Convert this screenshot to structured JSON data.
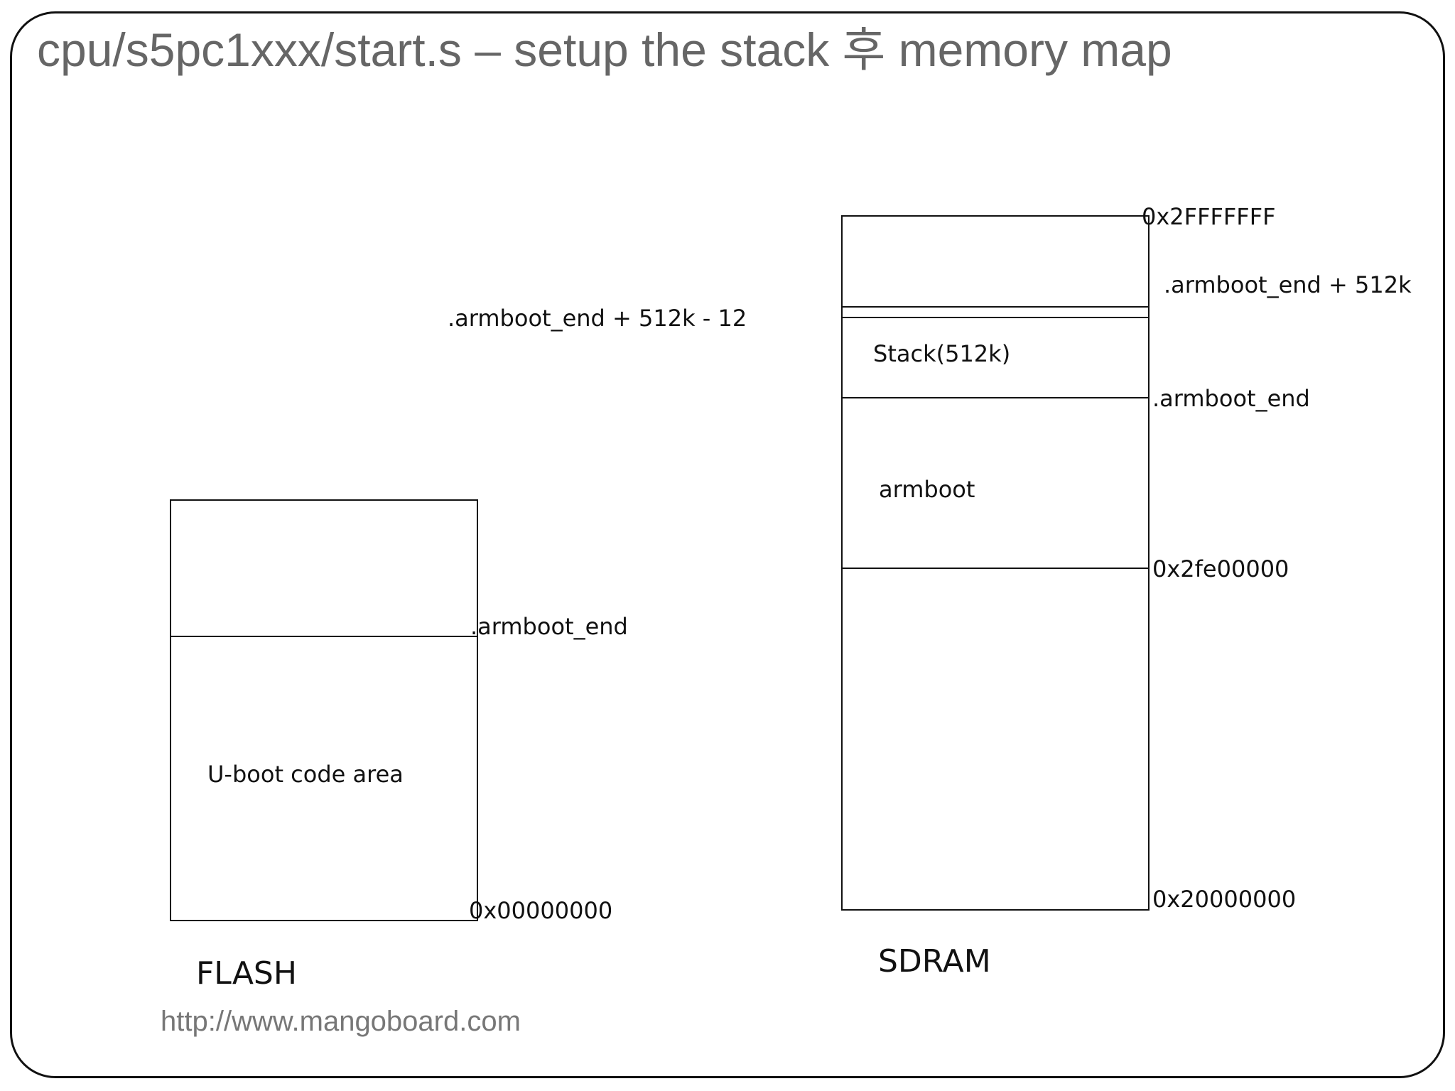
{
  "title": "cpu/s5pc1xxx/start.s – setup the stack 후 memory map",
  "flash": {
    "caption": "FLASH",
    "region_label": "U-boot code area",
    "addr_armboot_end": ".armboot_end",
    "addr_base": "0x00000000"
  },
  "sdram": {
    "caption": "SDRAM",
    "stack_label": "Stack(512k)",
    "armboot_label": "armboot",
    "addr_top": "0x2FFFFFFF",
    "addr_stack_top": ".armboot_end + 512k",
    "addr_stack_minus12": ".armboot_end + 512k - 12",
    "addr_armboot_end": ".armboot_end",
    "addr_armboot_start": "0x2fe00000",
    "addr_base": "0x20000000"
  },
  "footer": {
    "url": "http://www.mangoboard.com"
  }
}
